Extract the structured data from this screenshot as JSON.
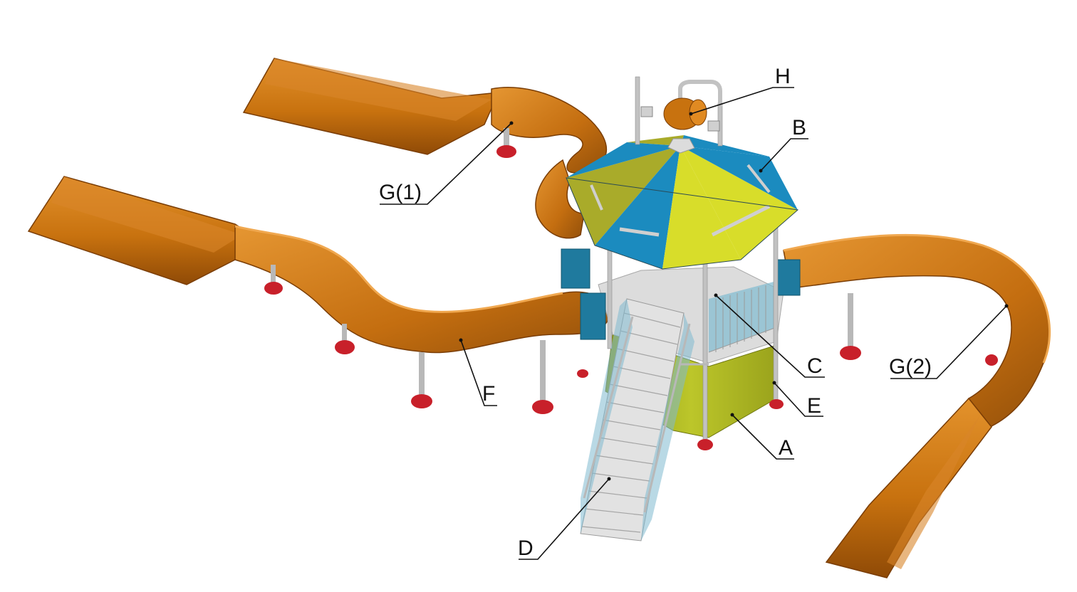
{
  "diagram": {
    "labels": {
      "A": "A",
      "B": "B",
      "C": "C",
      "D": "D",
      "E": "E",
      "F": "F",
      "G1": "G(1)",
      "G2": "G(2)",
      "H": "H"
    },
    "colors": {
      "slide": "#c8720f",
      "slide_light": "#e08a22",
      "slide_dark": "#8f4a06",
      "roof_blue": "#1b8bbf",
      "roof_yellow": "#d8dd2a",
      "roof_olive": "#a9ab2a",
      "tower_base": "#b6c025",
      "deck": "#dcdcdc",
      "railing_panel": "#1f7a9e",
      "post": "#b8b8b8",
      "foot_red": "#c8202a",
      "stairs": "#e2e2e2"
    }
  }
}
